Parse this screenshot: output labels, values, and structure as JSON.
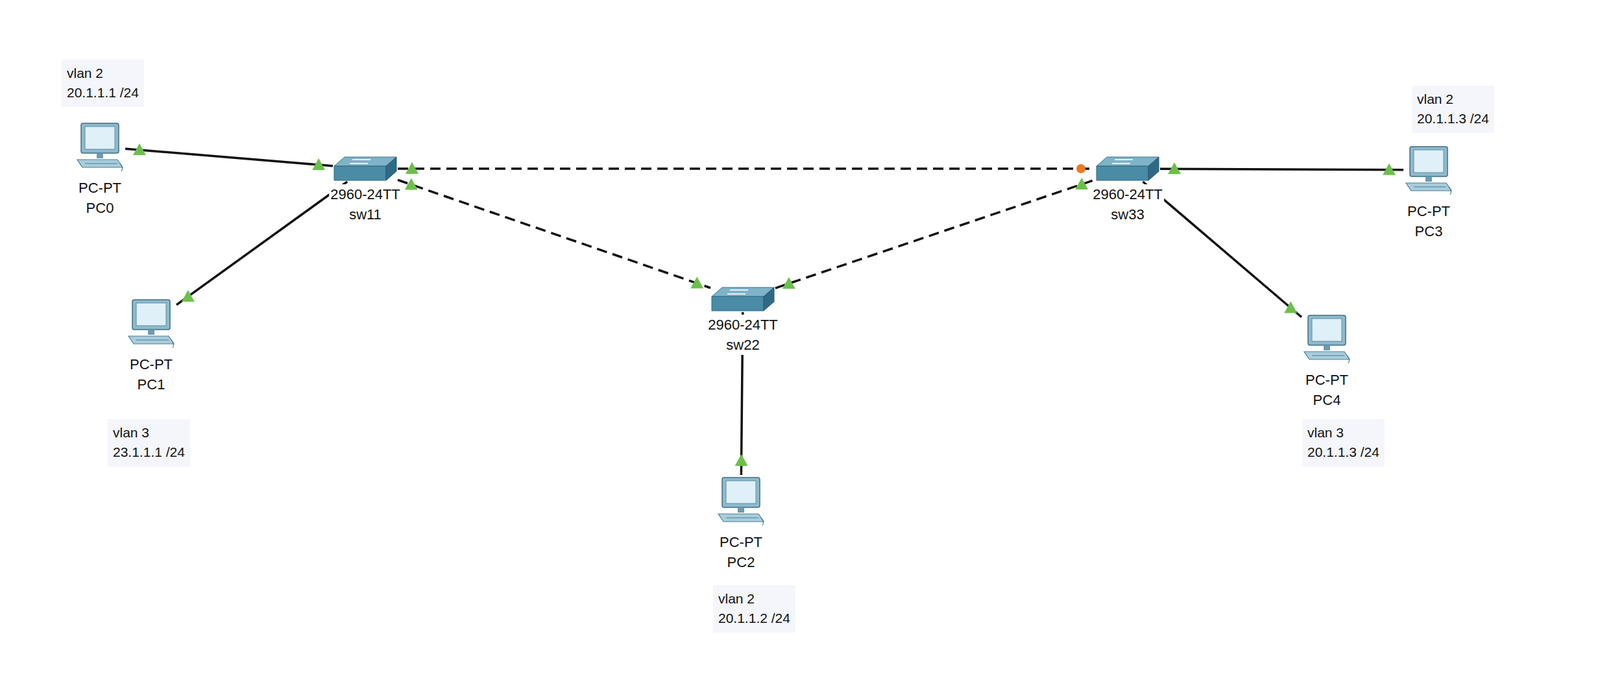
{
  "diagram": {
    "nodes": [
      {
        "text": [
          "PC-PT",
          "PC0"
        ]
      },
      {
        "text": [
          "2960-24TT",
          "sw11"
        ]
      },
      {
        "text": [
          "PC-PT",
          "PC1"
        ]
      },
      {
        "text": [
          "2960-24TT",
          "sw22"
        ]
      },
      {
        "text": [
          "PC-PT",
          "PC2"
        ]
      },
      {
        "text": [
          "2960-24TT",
          "sw33"
        ]
      },
      {
        "text": [
          "PC-PT",
          "PC3"
        ]
      },
      {
        "text": [
          "PC-PT",
          "PC4"
        ]
      }
    ],
    "edges": [
      {
        "from": 0,
        "to": 1,
        "arrow": "none"
      },
      {
        "from": 2,
        "to": 1,
        "arrow": "none"
      },
      {
        "from": 1,
        "to": 5,
        "arrow": "none"
      },
      {
        "from": 1,
        "to": 3,
        "arrow": "none"
      },
      {
        "from": 3,
        "to": 5,
        "arrow": "none"
      },
      {
        "from": 3,
        "to": 4,
        "arrow": "none"
      },
      {
        "from": 5,
        "to": 6,
        "arrow": "none"
      },
      {
        "from": 5,
        "to": 7,
        "arrow": "none"
      }
    ],
    "labels": [
      "vlan 2",
      "20.1.1.1 /24",
      "vlan 3",
      "23.1.1.1 /24",
      "vlan 2",
      "20.1.1.2 /24",
      "vlan 2",
      "20.1.1.3 /24",
      "vlan 3",
      "20.1.1.3 /24"
    ]
  }
}
